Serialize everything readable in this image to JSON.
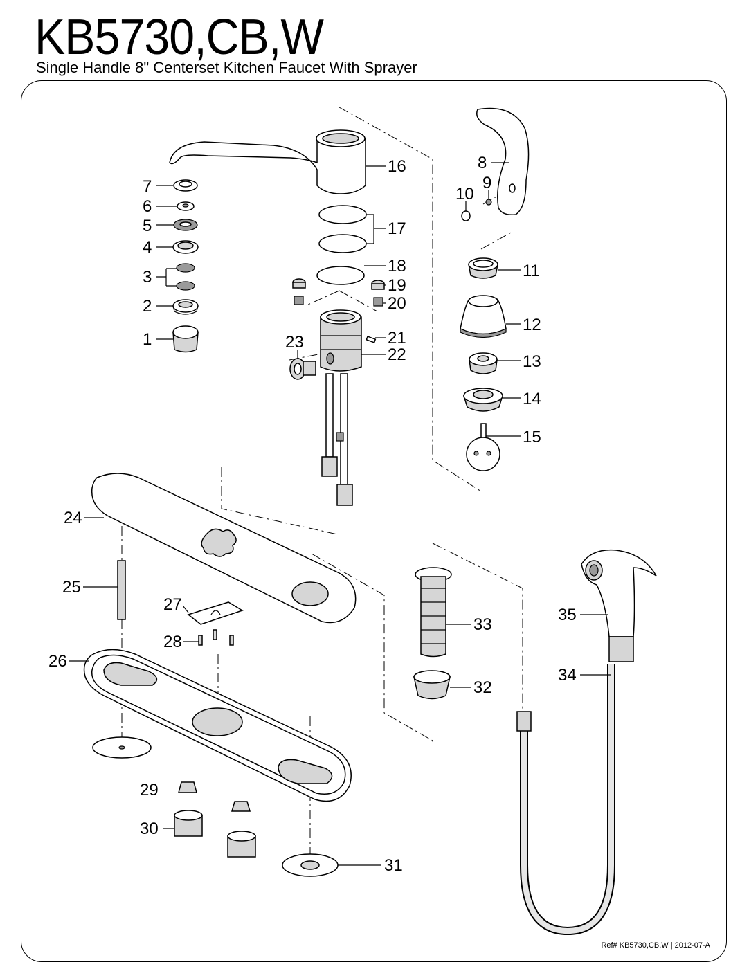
{
  "header": {
    "title": "KB5730,CB,W",
    "subtitle": "Single Handle 8\" Centerset Kitchen Faucet With Sprayer"
  },
  "footer": {
    "reference": "Ref# KB5730,CB,W | 2012-07-A"
  },
  "part_labels": [
    "1",
    "2",
    "3",
    "4",
    "5",
    "6",
    "7",
    "8",
    "9",
    "10",
    "11",
    "12",
    "13",
    "14",
    "15",
    "16",
    "17",
    "18",
    "19",
    "20",
    "21",
    "22",
    "23",
    "24",
    "25",
    "26",
    "27",
    "28",
    "29",
    "30",
    "31",
    "32",
    "33",
    "34",
    "35"
  ]
}
